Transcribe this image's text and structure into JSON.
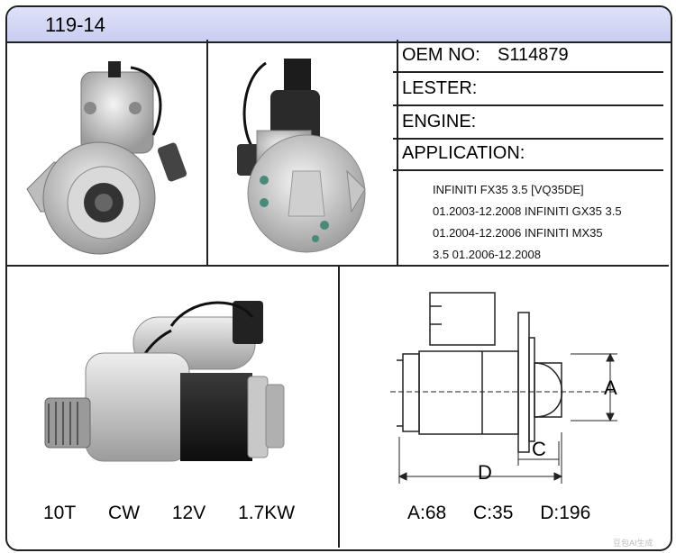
{
  "header": {
    "code": "119-14"
  },
  "info": {
    "oem_label": "OEM NO:",
    "oem_value": "S114879",
    "lester_label": "LESTER:",
    "engine_label": "ENGINE:",
    "application_label": "APPLICATION:",
    "application_lines": [
      "INFINITI FX35 3.5 [VQ35DE]",
      "01.2003-12.2008 INFINITI GX35 3.5",
      "01.2004-12.2006 INFINITI MX35",
      "3.5 01.2006-12.2008"
    ]
  },
  "specs": {
    "teeth": "10T",
    "rotation": "CW",
    "voltage": "12V",
    "power": "1.7KW"
  },
  "dimensions": {
    "a": "A:68",
    "c": "C:35",
    "d": "D:196",
    "label_a": "A",
    "label_c": "C",
    "label_d": "D"
  },
  "watermark": "豆包AI生成"
}
